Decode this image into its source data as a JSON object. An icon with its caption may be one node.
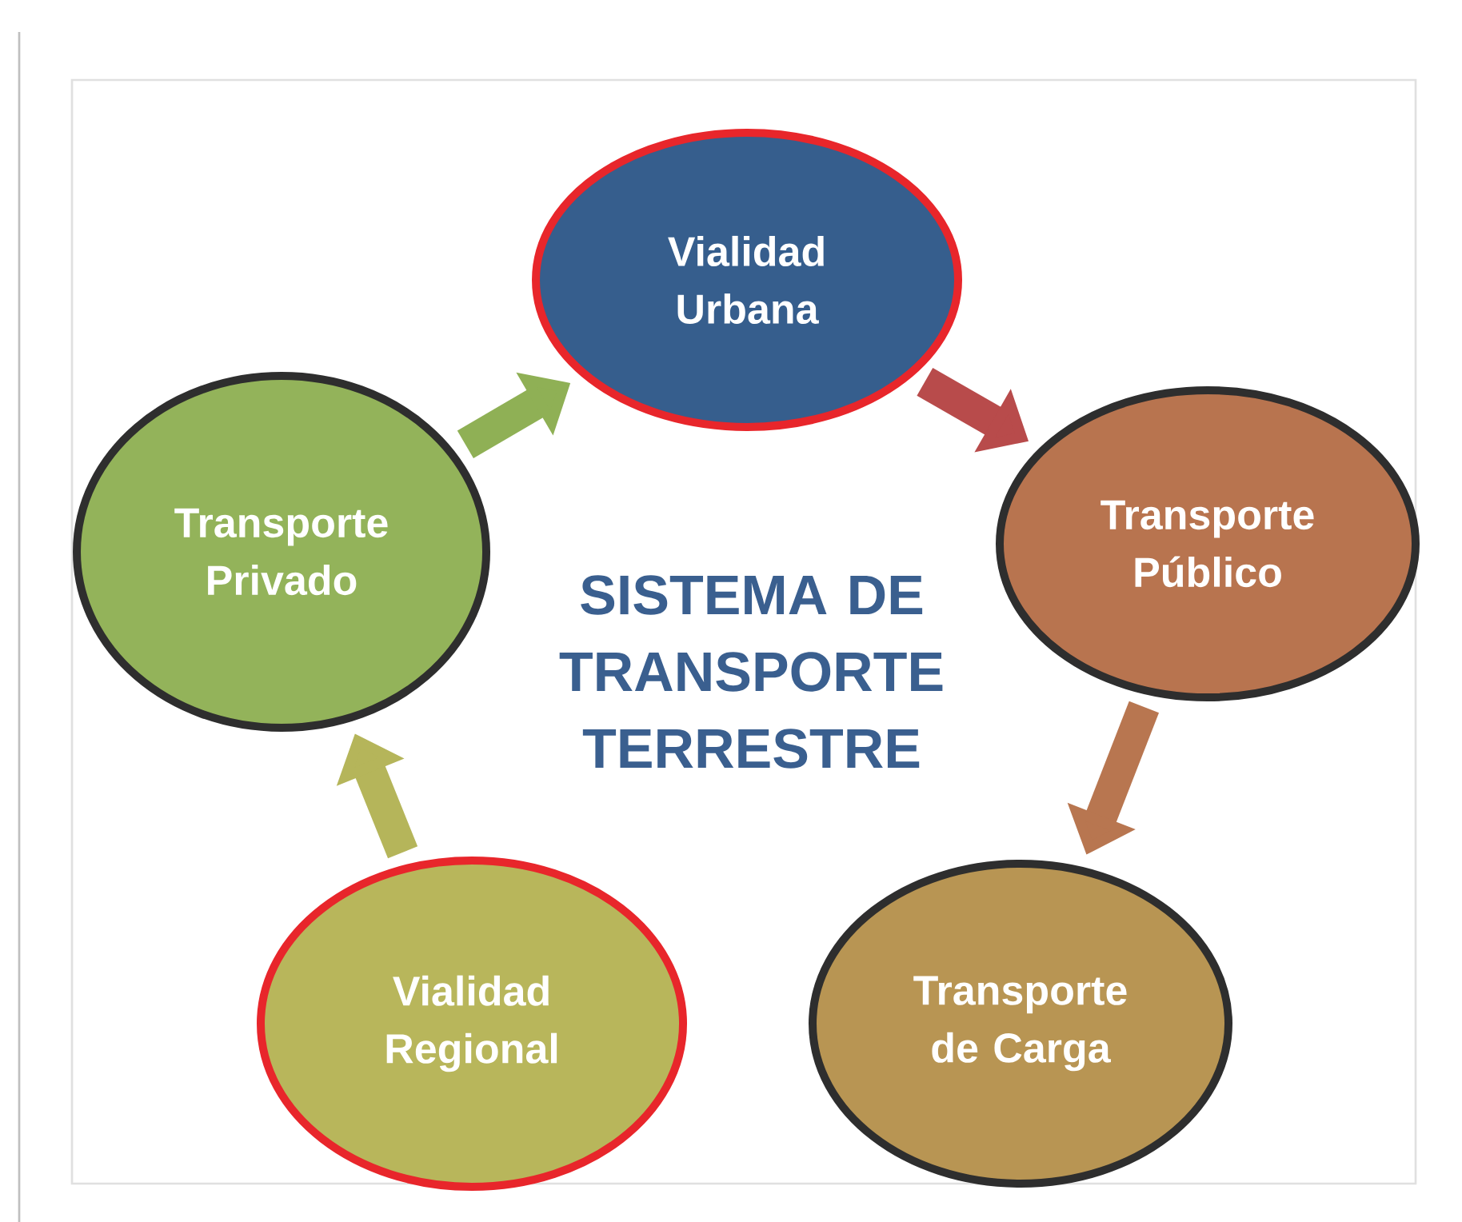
{
  "diagram": {
    "title": "SISTEMA DE TRANSPORTE TERRESTRE",
    "nodes": [
      {
        "text": [
          "Vialidad Urbana"
        ]
      },
      {
        "text": [
          "Transporte Público"
        ]
      },
      {
        "text": [
          "Transporte de Carga"
        ]
      },
      {
        "text": [
          "Vialidad Regional"
        ]
      },
      {
        "text": [
          "Transporte Privado"
        ]
      }
    ],
    "edges": [
      {
        "from": 4,
        "to": 0,
        "arrow": "to",
        "color": "#8fb055"
      },
      {
        "from": 0,
        "to": 1,
        "arrow": "to",
        "color": "#b84b4b"
      },
      {
        "from": 1,
        "to": 2,
        "arrow": "to",
        "color": "#b87650"
      },
      {
        "from": 3,
        "to": 4,
        "arrow": "to",
        "color": "#b5b55a"
      }
    ]
  }
}
